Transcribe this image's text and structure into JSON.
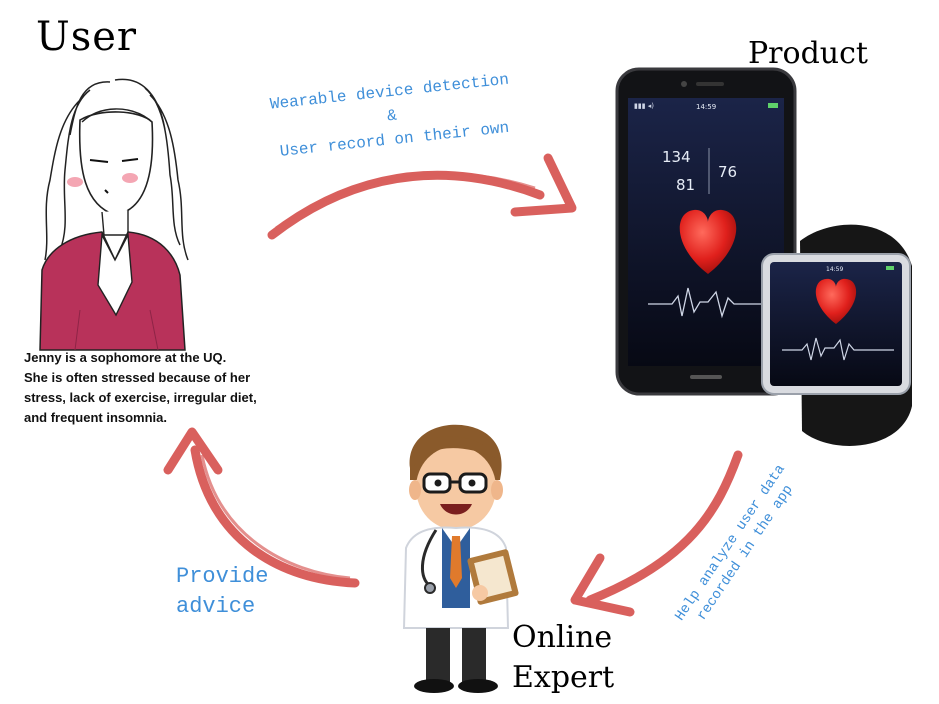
{
  "titles": {
    "user": "User",
    "product": "Product",
    "expert_line1": "Online",
    "expert_line2": "Expert"
  },
  "user_description": [
    "Jenny is a sophomore at the UQ.",
    "She is often stressed because of her",
    "stress, lack of exercise, irregular diet,",
    "and frequent insomnia."
  ],
  "arrows": {
    "top_line1": "Wearable device detection",
    "top_line2": "&",
    "top_line3": "User record on their own",
    "right_line1": "Help analyze user data",
    "right_line2": "recorded in the app",
    "left_line1": "Provide",
    "left_line2": "advice"
  },
  "phone_screen": {
    "time": "14:59",
    "value1": "134",
    "value2": "76",
    "value3": "81"
  },
  "watch_screen": {
    "time": "14:59"
  },
  "colors": {
    "arrow": "#d9605d",
    "label_blue": "#3f8fd9",
    "user_shirt": "#b8325a",
    "heart": "#e0201c"
  }
}
